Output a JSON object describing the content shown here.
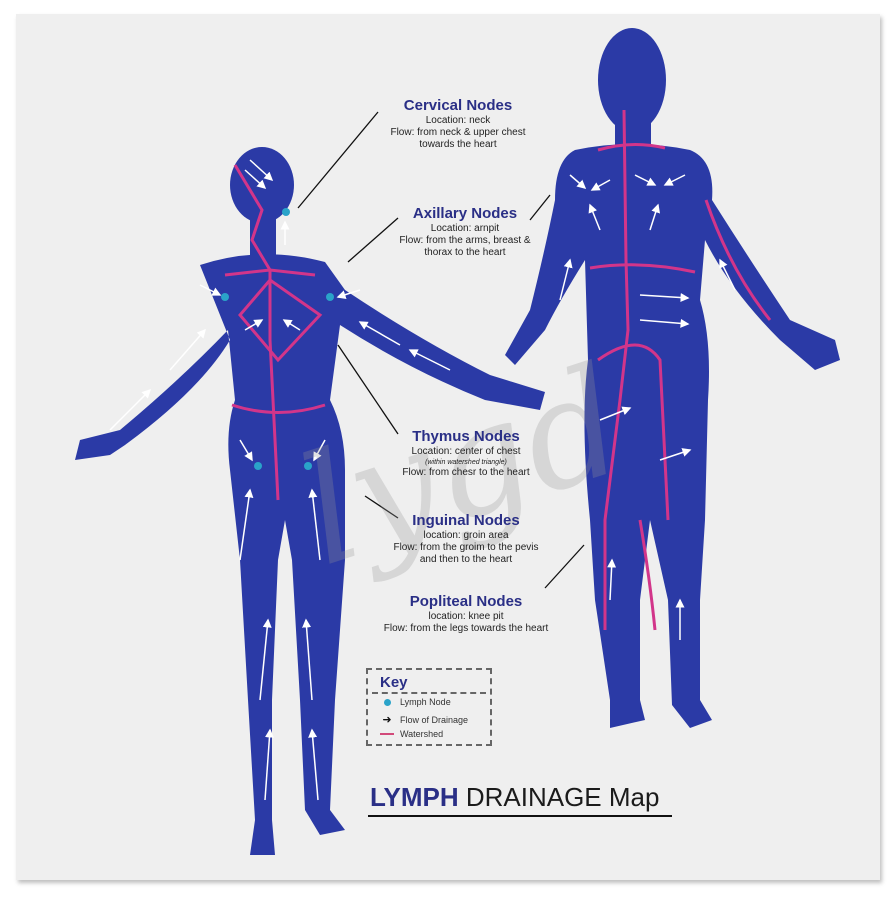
{
  "title": {
    "strong": "LYMPH",
    "rest": " DRAINAGE Map"
  },
  "callouts": {
    "cervical": {
      "title": "Cervical Nodes",
      "location": "Location: neck",
      "flow1": "Flow: from neck & upper chest",
      "flow2": "towards the heart"
    },
    "axillary": {
      "title": "Axillary Nodes",
      "location": "Location: arnpit",
      "flow1": "Flow: from the arms, breast &",
      "flow2": "thorax to the heart"
    },
    "thymus": {
      "title": "Thymus Nodes",
      "location": "Location: center of chest",
      "note": "(within watershed triangle)",
      "flow1": "Flow: from chesr to the heart"
    },
    "inguinal": {
      "title": "Inguinal Nodes",
      "location": "location: groin area",
      "flow1": "Flow: from the groim to the pevis",
      "flow2": "and then to the heart"
    },
    "popliteal": {
      "title": "Popliteal Nodes",
      "location": "location: knee pit",
      "flow1": "Flow: from the legs towards the heart"
    }
  },
  "key": {
    "title": "Key",
    "items": [
      {
        "icon": "lymph-node-dot",
        "label": "Lymph Node"
      },
      {
        "icon": "arrow-right",
        "label": "Flow of Drainage"
      },
      {
        "icon": "watershed-line",
        "label": "Watershed"
      }
    ]
  },
  "colors": {
    "body": "#2b3aa6",
    "watershed": "#d2358a",
    "node": "#2aa3c9",
    "heading": "#2a2f86",
    "background": "#efefef"
  },
  "watermark": "lygd"
}
